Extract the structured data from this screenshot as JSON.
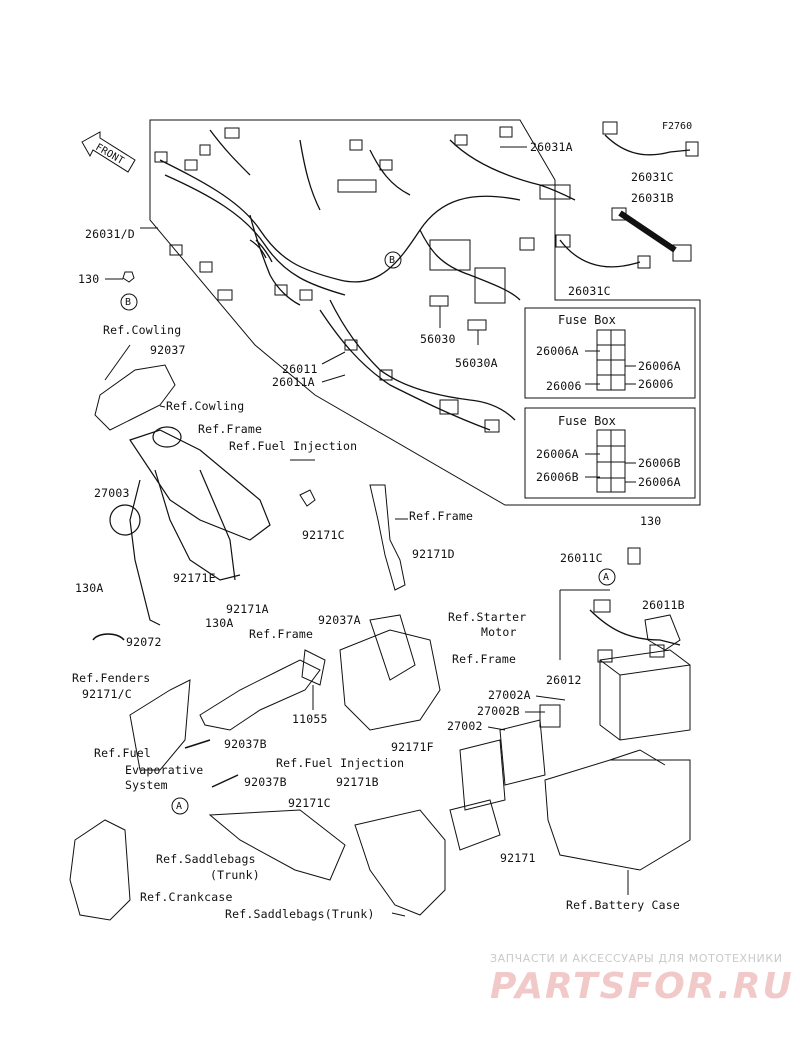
{
  "figure_code": "F2760",
  "front_arrow": "FRONT",
  "callouts": {
    "a": "A",
    "b": "B"
  },
  "fuse_box_title": "Fuse Box",
  "fuse_box_1": {
    "l1": "26006A",
    "l2": "26006",
    "r1": "26006A",
    "r2": "26006"
  },
  "fuse_box_2": {
    "l1": "26006A",
    "l2": "26006B",
    "r1": "26006B",
    "r2": "26006A"
  },
  "labels": {
    "p26031A": "26031A",
    "p26031C_top": "26031C",
    "p26031B": "26031B",
    "p26031C_bottom": "26031C",
    "p26031D": "26031/D",
    "p130_top": "130",
    "ref_cowling_1": "Ref.Cowling",
    "p92037": "92037",
    "ref_cowling_2": "Ref.Cowling",
    "p56030": "56030",
    "p56030A": "56030A",
    "p26011": "26011",
    "p26011A": "26011A",
    "ref_frame_1": "Ref.Frame",
    "ref_fuel_injection_1": "Ref.Fuel Injection",
    "p27003": "27003",
    "p92171C_1": "92171C",
    "ref_frame_2": "Ref.Frame",
    "p130_right": "130",
    "p26011C": "26011C",
    "p92171D": "92171D",
    "p130A_left": "130A",
    "p92171E": "92171E",
    "p92171A": "92171A",
    "p26011B": "26011B",
    "p130A_mid": "130A",
    "ref_starter_motor_1": "Ref.Starter",
    "ref_starter_motor_2": "Motor",
    "p92037A": "92037A",
    "ref_frame_3": "Ref.Frame",
    "ref_frame_4": "Ref.Frame",
    "p92072": "92072",
    "ref_fenders": "Ref.Fenders",
    "p92171C_2": "92171/C",
    "p11055": "11055",
    "p26012": "26012",
    "p27002A": "27002A",
    "p27002B": "27002B",
    "p27002": "27002",
    "p92037B_1": "92037B",
    "p92171F": "92171F",
    "ref_fuel_evap_1": "Ref.Fuel",
    "ref_fuel_evap_2": "Evaporative",
    "ref_fuel_evap_3": "System",
    "ref_fuel_injection_2": "Ref.Fuel Injection",
    "p92037B_2": "92037B",
    "p92171B": "92171B",
    "p92171C_3": "92171C",
    "p92171": "92171",
    "ref_saddlebags_1": "Ref.Saddlebags",
    "ref_saddlebags_2": "(Trunk)",
    "ref_crankcase": "Ref.Crankcase",
    "ref_battery_case": "Ref.Battery Case",
    "ref_saddlebags_trunk": "Ref.Saddlebags(Trunk)"
  },
  "watermark": {
    "line1": "ЗАПЧАСТИ И АКСЕССУАРЫ ДЛЯ МОТОТЕХНИКИ",
    "line2": "PARTSFOR.RU",
    "color_line1": "#c9c9c9",
    "color_line2": "#f1c9c9"
  }
}
